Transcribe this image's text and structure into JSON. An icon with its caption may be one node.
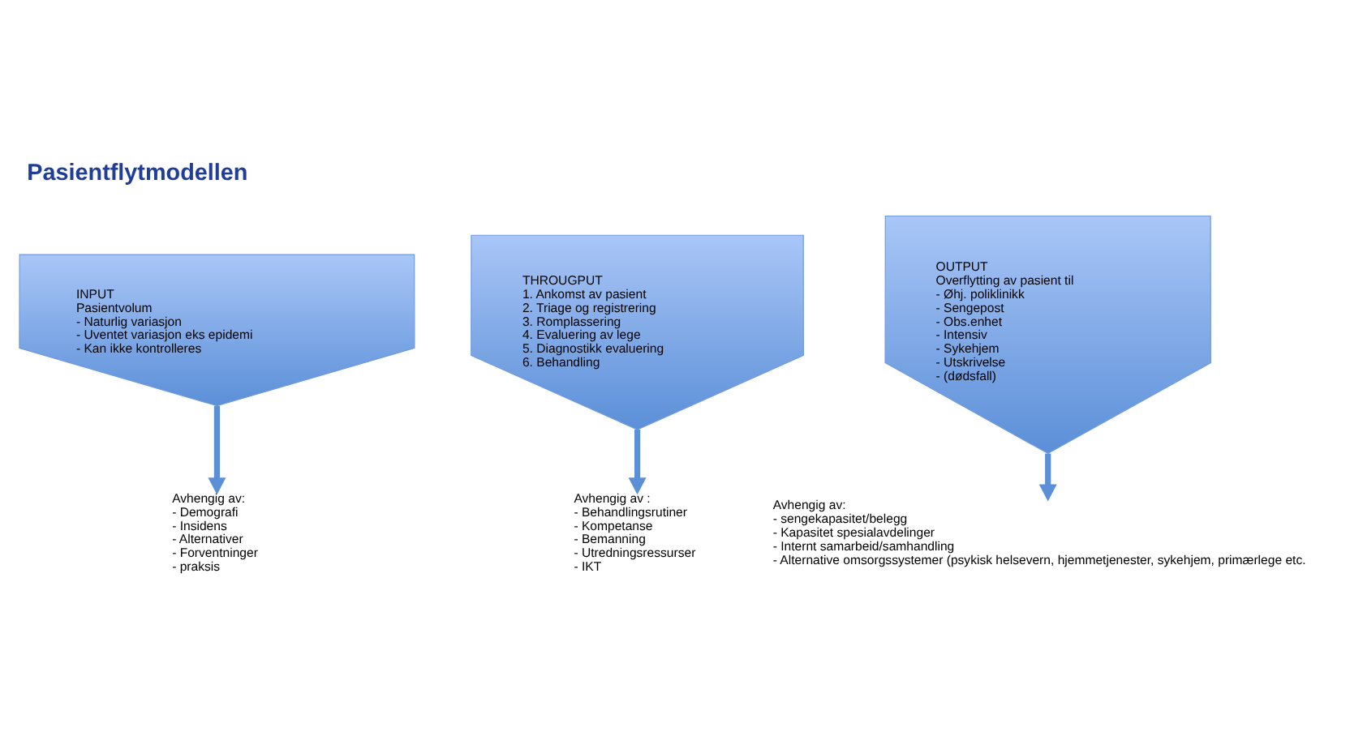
{
  "diagram": {
    "title": "Pasientflytmodellen",
    "nodes": [
      {
        "text": [
          "INPUT",
          "Pasientvolum",
          "- Naturlig variasjon",
          "- Uventet variasjon eks epidemi",
          "- Kan ikke kontrolleres"
        ]
      },
      {
        "text": [
          "THROUGPUT",
          "1. Ankomst av pasient",
          "2. Triage og registrering",
          "3. Romplassering",
          "4. Evaluering av lege",
          "5. Diagnostikk evaluering",
          "6. Behandling"
        ]
      },
      {
        "text": [
          "OUTPUT",
          "Overflytting av pasient til",
          "- Øhj. poliklinikk",
          "- Sengepost",
          "- Obs.enhet",
          "- Intensiv",
          "- Sykehjem",
          "- Utskrivelse",
          "- (dødsfall)"
        ]
      },
      {
        "text": [
          "Avhengig av:",
          "- Demografi",
          "- Insidens",
          "- Alternativer",
          "- Forventninger",
          "- praksis"
        ]
      },
      {
        "text": [
          "Avhengig av :",
          "- Behandlingsrutiner",
          "- Kompetanse",
          "- Bemanning",
          "- Utredningsressurser",
          "- IKT"
        ]
      },
      {
        "text": [
          "Avhengig av:",
          "- sengekapasitet/belegg",
          "- Kapasitet spesialavdelinger",
          "- Internt samarbeid/samhandling",
          "- Alternative omsorgssystemer (psykisk helsevern, hjemmetjenester, sykehjem, primærlege etc."
        ]
      }
    ],
    "edges": [
      {
        "from": 0,
        "to": 3,
        "arrow": "to"
      },
      {
        "from": 1,
        "to": 4,
        "arrow": "to"
      },
      {
        "from": 2,
        "to": 5,
        "arrow": "to"
      }
    ]
  }
}
